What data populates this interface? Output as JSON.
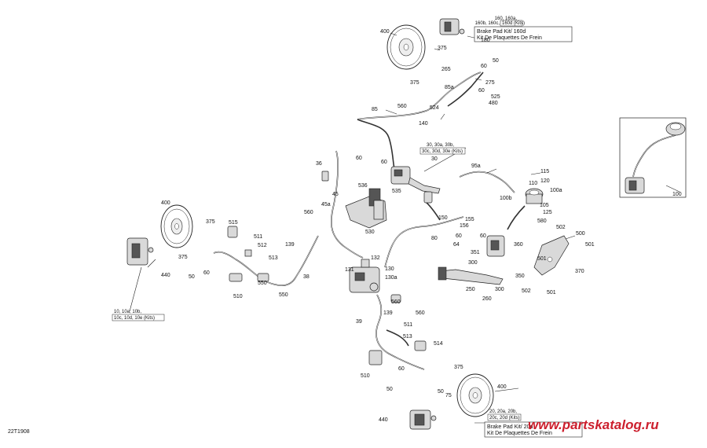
{
  "diagram_code": "22T1908",
  "watermark": "www.partskatalog.ru",
  "kits": {
    "top_caliper": {
      "line1": "160, 160a,",
      "line2": "160b, 160c,",
      "line2_boxed": "160d (Kits)"
    },
    "top_pad": {
      "line1": "Brake Pad Kit/ 160d",
      "line2": "Kit De Plaquettes De Frein"
    },
    "master": {
      "line1": "30, 30a, 30b,",
      "line2": "30c, 30d, 30e (Kits)"
    },
    "left_caliper": {
      "line1": "10, 10a, 10b,",
      "line2": "10c, 10d, 10e (Kits)"
    },
    "bottom_caliper": {
      "line1": "20, 20a, 20b,",
      "line2": "20c, 20d (Kits)"
    },
    "bottom_pad": {
      "line1": "Brake Pad Kit/ 20d",
      "line2": "Kit De Plaquettes De Frein"
    }
  },
  "callouts": [
    "400",
    "180",
    "375",
    "375",
    "265",
    "60",
    "50",
    "275",
    "85a",
    "525",
    "60",
    "480",
    "85",
    "560",
    "524",
    "140",
    "30",
    "60",
    "60",
    "36",
    "45",
    "536",
    "535",
    "45a",
    "560",
    "530",
    "95a",
    "115",
    "110",
    "120",
    "100a",
    "100b",
    "125",
    "580",
    "150",
    "155",
    "80",
    "156",
    "60",
    "64",
    "60",
    "351",
    "502",
    "500",
    "501",
    "360",
    "501",
    "370",
    "300",
    "350",
    "250",
    "260",
    "300",
    "502",
    "501",
    "400",
    "375",
    "515",
    "511",
    "512",
    "513",
    "375",
    "50",
    "60",
    "440",
    "139",
    "510",
    "550",
    "550",
    "38",
    "132",
    "131",
    "130",
    "130a",
    "560",
    "139",
    "511",
    "513",
    "514",
    "39",
    "510",
    "60",
    "50",
    "375",
    "400",
    "75",
    "440",
    "100",
    "560",
    "105",
    "50"
  ]
}
